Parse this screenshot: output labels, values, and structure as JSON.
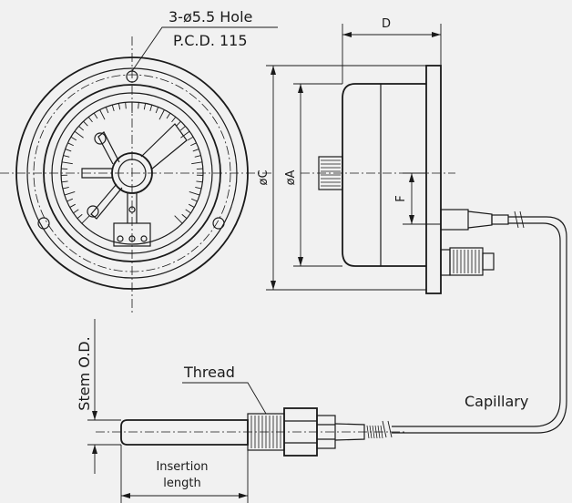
{
  "labels": {
    "hole": "3-ø5.5 Hole",
    "pcd": "P.C.D. 115",
    "dim_d": "D",
    "dim_c": "øC",
    "dim_a": "øA",
    "dim_f": "F",
    "thread": "Thread",
    "capillary": "Capillary",
    "stem_od": "Stem O.D.",
    "insertion_line1": "Insertion",
    "insertion_line2": "length"
  }
}
